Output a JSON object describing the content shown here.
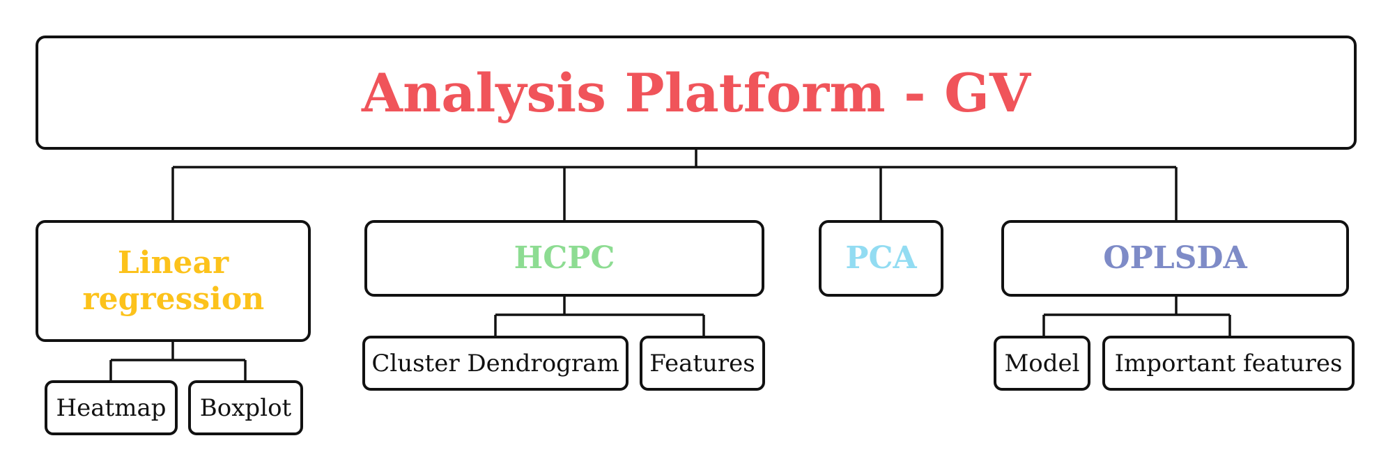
{
  "root": {
    "title": "Analysis Platform - GV",
    "color": "#f0545a"
  },
  "categories": [
    {
      "label": "Linear regression",
      "color": "#fcc21b",
      "children": [
        "Heatmap",
        "Boxplot"
      ]
    },
    {
      "label": "HCPC",
      "color": "#8ddc92",
      "children": [
        "Cluster Dendrogram",
        "Features"
      ]
    },
    {
      "label": "PCA",
      "color": "#92dcf2",
      "children": []
    },
    {
      "label": "OPLSDA",
      "color": "#7e8bc7",
      "children": [
        "Model",
        "Important features"
      ]
    }
  ]
}
